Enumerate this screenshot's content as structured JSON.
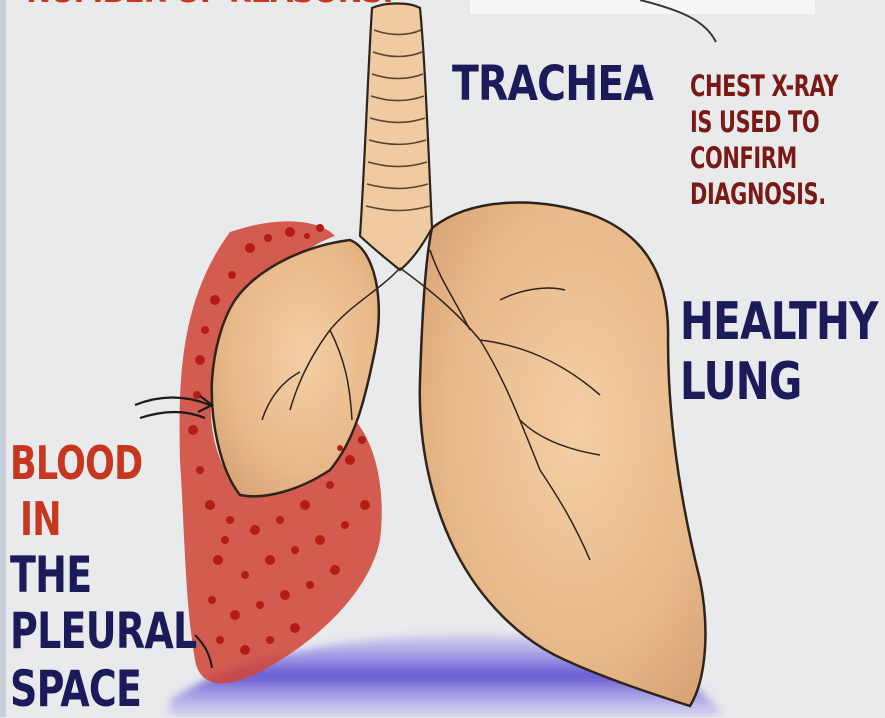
{
  "colors": {
    "background": "#e9eaec",
    "lung_fill": "#e9bd8e",
    "lung_outline": "#2f241b",
    "blood": "#c8261b",
    "diaphragm": "#6f63d6",
    "label_navy": "#1b1b5a",
    "label_red": "#c7361f"
  },
  "labels": {
    "top_caption": "NUMBER OF REASONS.",
    "trachea": "TRACHEA",
    "xray_note": [
      "CHEST X-RAY",
      "IS USED TO",
      "CONFIRM",
      "DIAGNOSIS."
    ],
    "healthy_lung": [
      "HEALTHY",
      "LUNG"
    ],
    "blood_in_pleural_space": [
      "BLOOD",
      "IN",
      "THE",
      "PLEURAL",
      "SPACE"
    ]
  },
  "icons": {
    "trachea": "trachea-illustration",
    "healthy_lung": "healthy-lung-illustration",
    "collapsed_lung": "collapsed-lung-illustration",
    "blood": "blood-cells-illustration",
    "diaphragm": "diaphragm-illustration",
    "arrow": "curved-arrow-icon"
  }
}
